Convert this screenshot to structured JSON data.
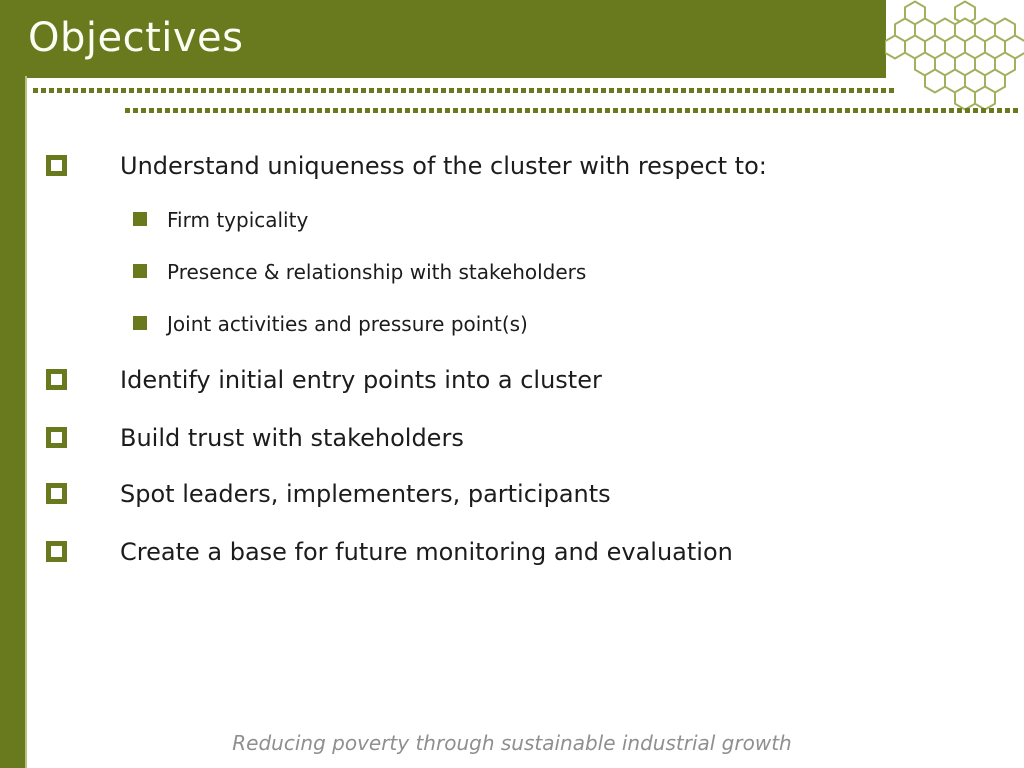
{
  "slide": {
    "title": "Objectives",
    "footer": "Reducing poverty through sustainable industrial growth"
  },
  "bullets": [
    {
      "level": 1,
      "text": "Understand uniqueness of the cluster with respect to:"
    },
    {
      "level": 2,
      "text": "Firm typicality"
    },
    {
      "level": 2,
      "text": "Presence & relationship with stakeholders"
    },
    {
      "level": 2,
      "text": "Joint activities and pressure point(s)"
    },
    {
      "level": 1,
      "text": "Identify initial entry points into a cluster"
    },
    {
      "level": 1,
      "text": "Build trust with stakeholders"
    },
    {
      "level": 1,
      "text": "Spot leaders, implementers, participants"
    },
    {
      "level": 1,
      "text": "Create a base for future monitoring and evaluation"
    }
  ],
  "colors": {
    "olive": "#687A1D",
    "honeycomb_outline": "#A2AF5C",
    "strip_edge": "#B9C27C",
    "body_text": "#1C1C1C",
    "title_text": "#FBFDF2",
    "footer_text": "#8F8F8F"
  }
}
